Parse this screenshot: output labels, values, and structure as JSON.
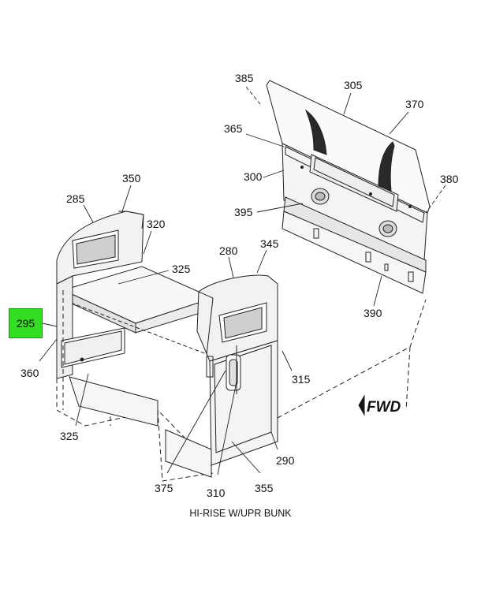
{
  "diagram": {
    "caption": "HI-RISE W/UPR BUNK",
    "fwd_label": "FWD",
    "highlight_color": "#33dd22",
    "highlighted_part": "295",
    "callouts": [
      "385",
      "305",
      "370",
      "365",
      "300",
      "380",
      "395",
      "390",
      "350",
      "285",
      "320",
      "325",
      "280",
      "345",
      "360",
      "315",
      "325",
      "375",
      "310",
      "355",
      "290"
    ]
  }
}
